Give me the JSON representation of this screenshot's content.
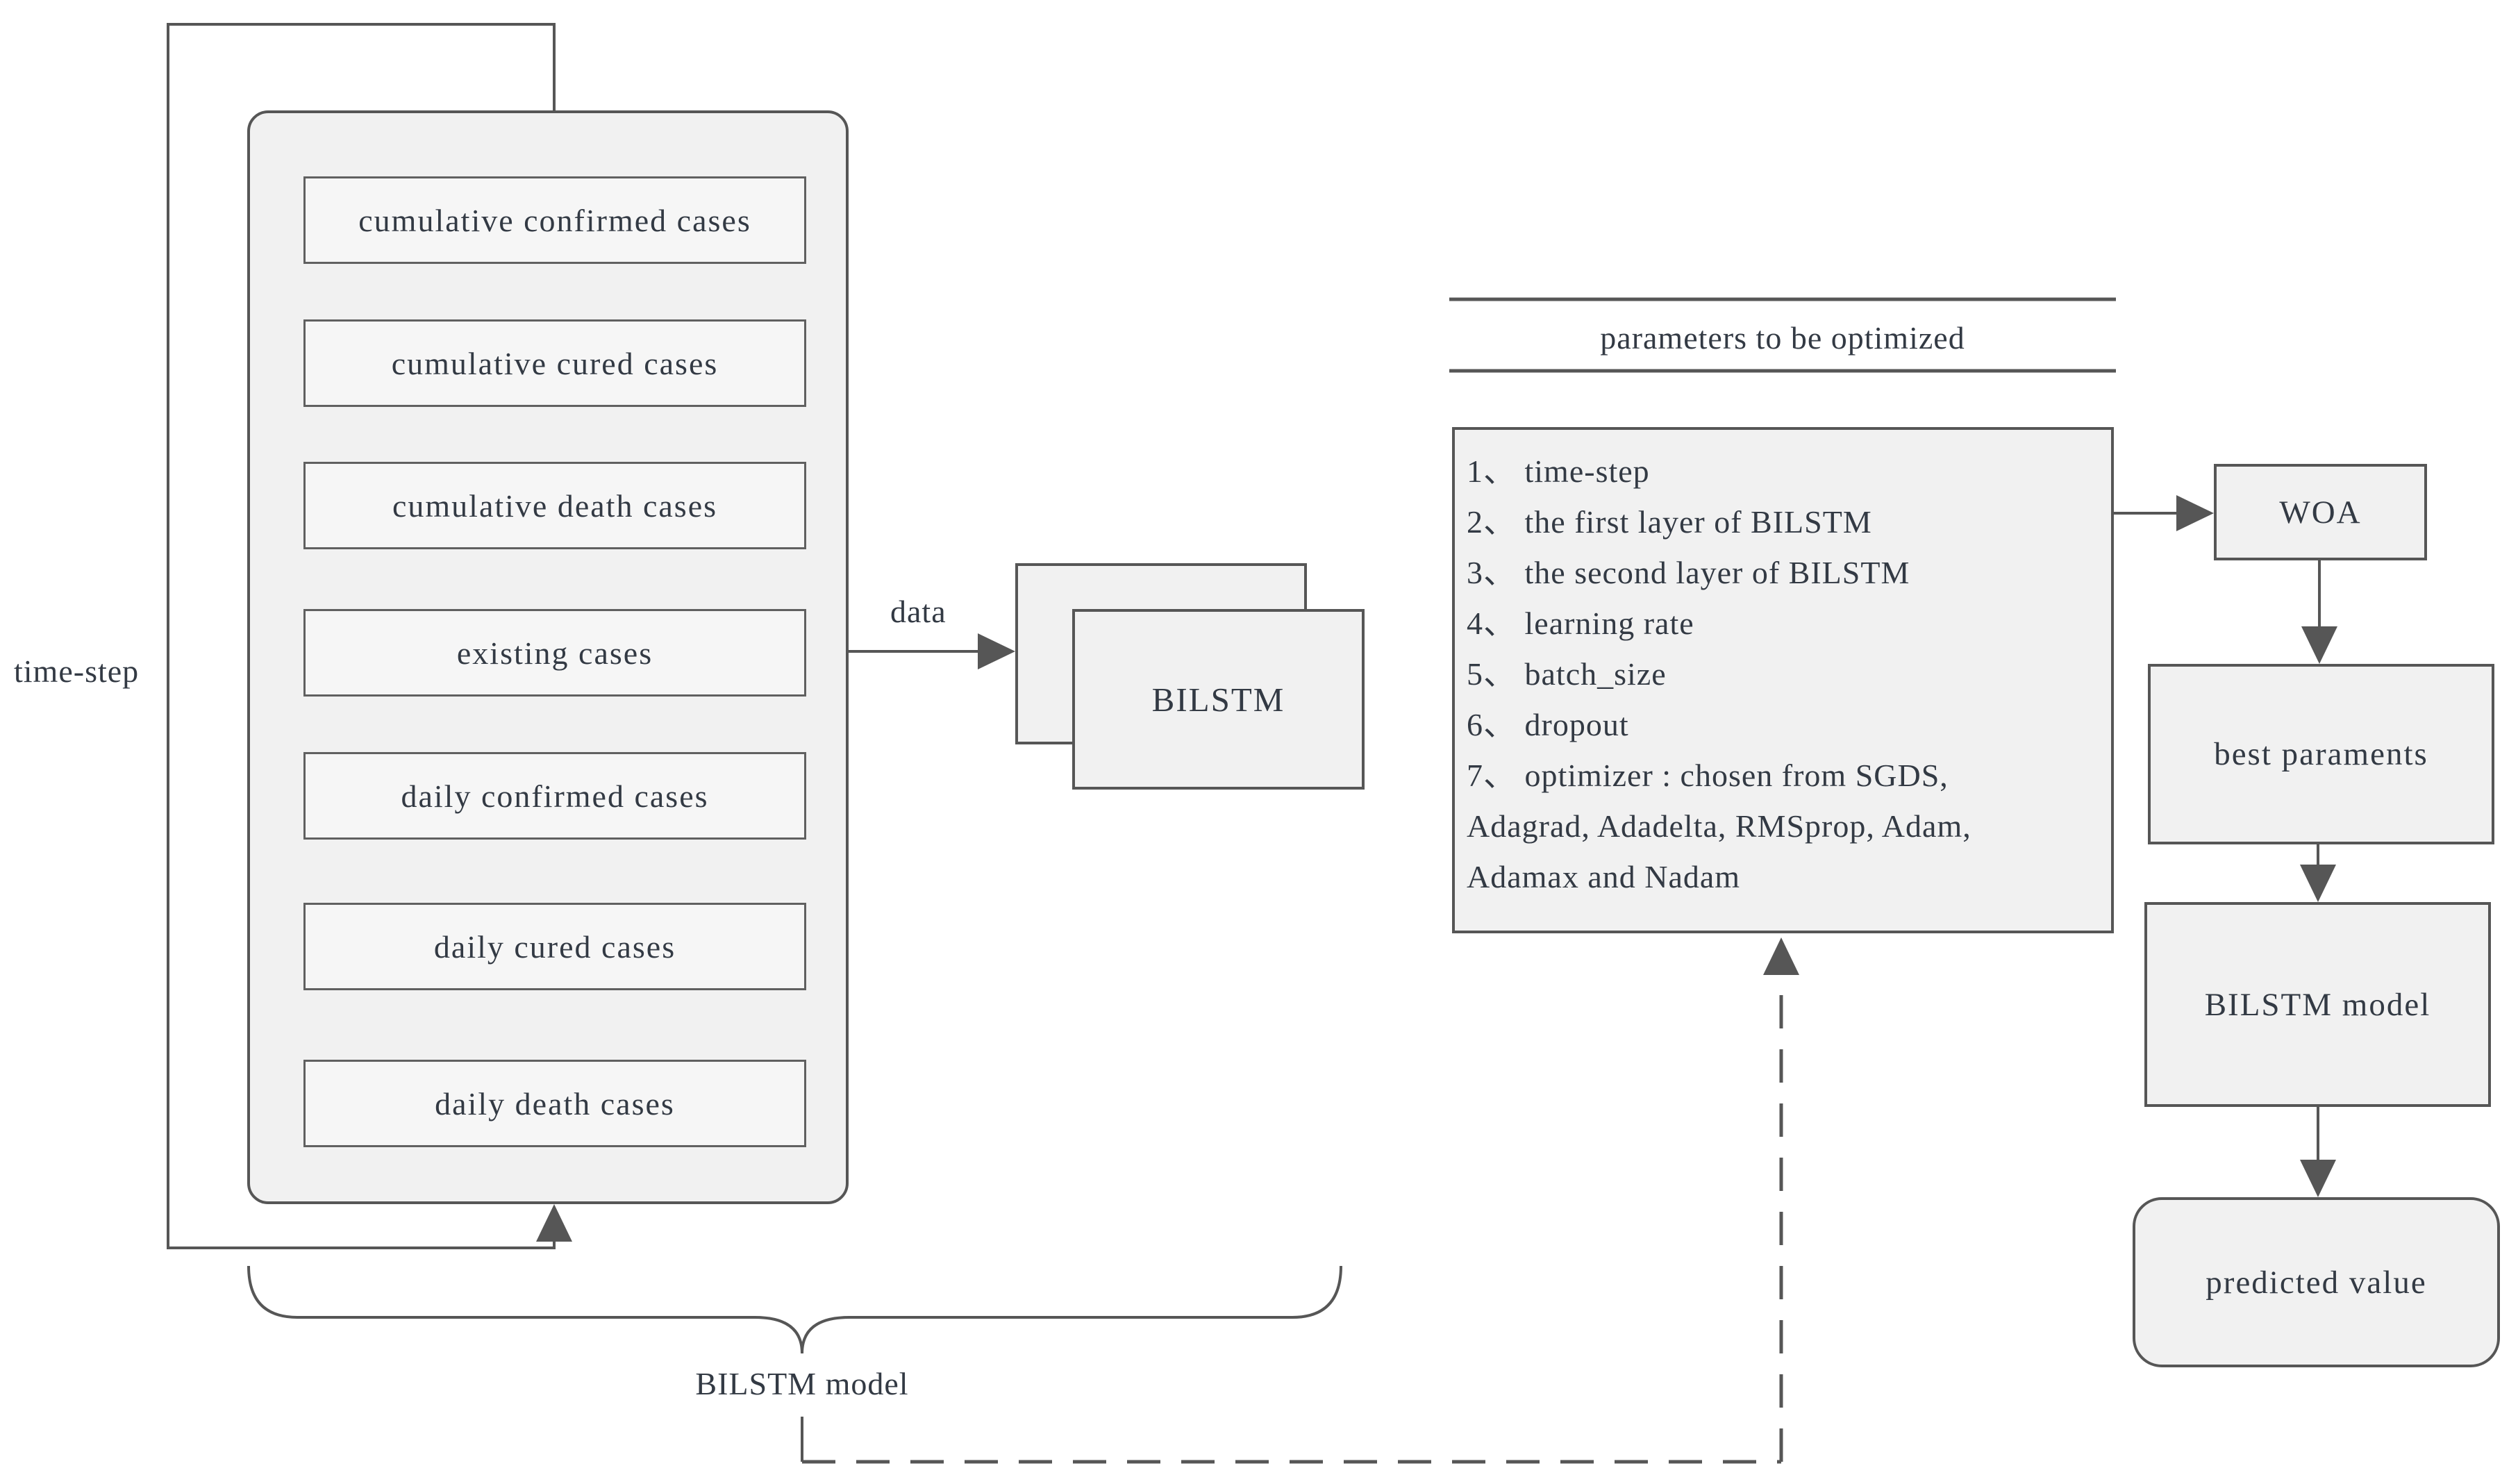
{
  "diagram": {
    "inputs": [
      "cumulative confirmed cases",
      "cumulative cured cases",
      "cumulative death cases",
      "existing cases",
      "daily confirmed cases",
      "daily cured cases",
      "daily death cases"
    ],
    "loop_label": "time-step",
    "data_label": "data",
    "bilstm_stack_label": "BILSTM",
    "brace_label": "BILSTM model",
    "params": {
      "header": "parameters to be optimized",
      "lines": [
        "1、 time-step",
        "2、 the first layer of BILSTM",
        "3、 the second layer of BILSTM",
        "4、 learning rate",
        "5、 batch_size",
        "6、 dropout",
        "7、 optimizer : chosen from SGDS,",
        "Adagrad, Adadelta, RMSprop, Adam,",
        "Adamax and Nadam"
      ]
    },
    "flow": {
      "woa": "WOA",
      "best_params": "best paraments",
      "bilstm_model": "BILSTM model",
      "predicted": "predicted value"
    },
    "colors": {
      "line": "#565656",
      "box_border": "#606060",
      "box_fill": "#f6f6f6",
      "panel_fill": "#f1f1f1",
      "text": "#333a44",
      "background": "#ffffff"
    }
  }
}
